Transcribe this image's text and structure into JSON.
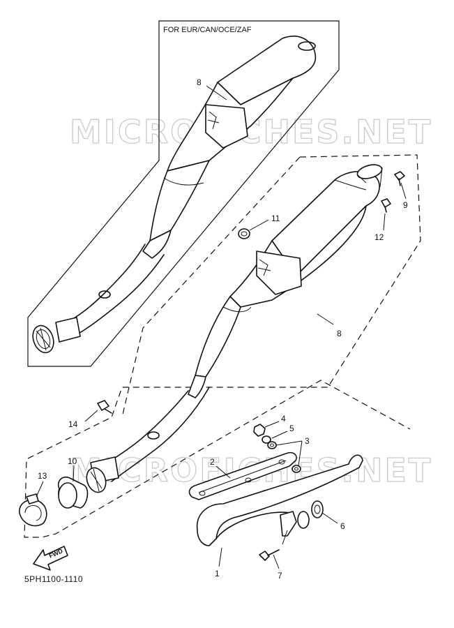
{
  "region_label": "FOR EUR/CAN/OCE/ZAF",
  "watermark": "MICROFICHES.NET",
  "diagram_code": "5PH1100-1110",
  "forward_arrow": "FWD",
  "callouts": {
    "c1": "1",
    "c2": "2",
    "c3": "3",
    "c4": "4",
    "c5": "5",
    "c6": "6",
    "c7": "7",
    "c8a": "8",
    "c8b": "8",
    "c9": "9",
    "c10": "10",
    "c11": "11",
    "c12": "12",
    "c13": "13",
    "c14": "14"
  }
}
